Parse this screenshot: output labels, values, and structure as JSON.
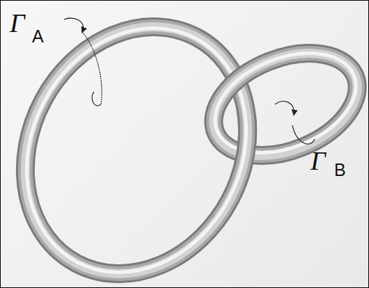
{
  "diagram": {
    "labels": [
      "Γ",
      "A",
      "Γ",
      "B"
    ]
  }
}
